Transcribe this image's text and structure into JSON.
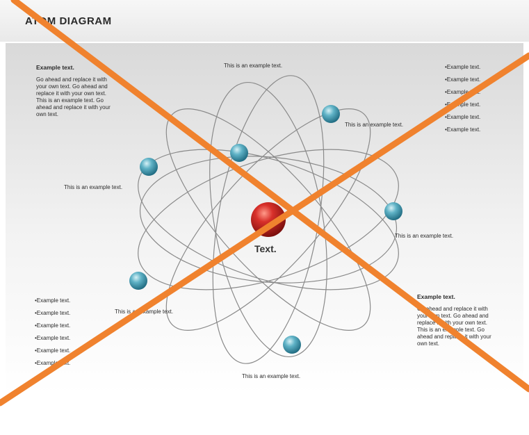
{
  "title": "ATOM DIAGRAM",
  "top_left": {
    "heading": "Example text.",
    "body": "Go ahead and replace it with your own text. Go ahead and replace it with your own text. This is an example text. Go ahead and replace it with your own text."
  },
  "top_right_bullets": [
    "•Example text.",
    "•Example text.",
    "•Example text.",
    "•Example text.",
    "•Example text.",
    "•Example text."
  ],
  "bottom_left_bullets": [
    "•Example text.",
    "•Example text.",
    "•Example text.",
    "•Example text.",
    "•Example text.",
    "•Example text."
  ],
  "bottom_right": {
    "heading": "Example text.",
    "body": "Go ahead and replace it with your own text. Go ahead and replace it with your own text. This is an example text. Go ahead and replace it with your own text."
  },
  "labels": {
    "top": "This is an example text.",
    "upper_right": "This is an example text.",
    "left": "This is an example text.",
    "right": "This is an example text.",
    "lower_left": "This is an example text.",
    "bottom": "This is an example text."
  },
  "nucleus_label": "Text.",
  "colors": {
    "nucleus": "#c0201d",
    "electron": "#4a9bb0",
    "cross": "#f0822e",
    "orbit": "#8a8a8a"
  }
}
